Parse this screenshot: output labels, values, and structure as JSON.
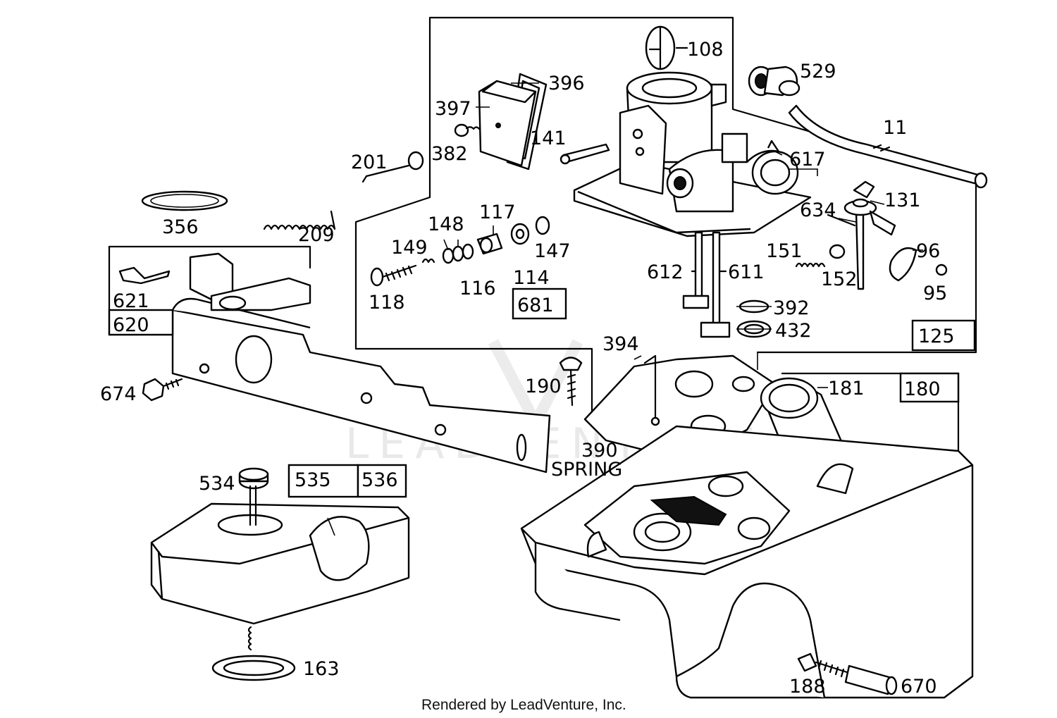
{
  "parts": {
    "p108": "108",
    "p529": "529",
    "p396": "396",
    "p397": "397",
    "p382": "382",
    "p11": "11",
    "p141": "141",
    "p201": "201",
    "p617": "617",
    "p131": "131",
    "p634": "634",
    "p356": "356",
    "p209": "209",
    "p117": "117",
    "p148": "148",
    "p149": "149",
    "p147": "147",
    "p116": "116",
    "p114": "114",
    "p118": "118",
    "p681": "681",
    "p612": "612",
    "p611": "611",
    "p151": "151",
    "p152": "152",
    "p96": "96",
    "p95": "95",
    "p392": "392",
    "p432": "432",
    "p125": "125",
    "p621": "621",
    "p620": "620",
    "p394": "394",
    "p674": "674",
    "p190": "190",
    "p181": "181",
    "p180": "180",
    "p390": "390",
    "spring": "SPRING",
    "p534": "534",
    "p535": "535",
    "p536": "536",
    "p163": "163",
    "p188": "188",
    "p670": "670"
  },
  "footer": {
    "credit": "Rendered by LeadVenture, Inc."
  },
  "watermark": {
    "text": "LEADVENTURE"
  }
}
